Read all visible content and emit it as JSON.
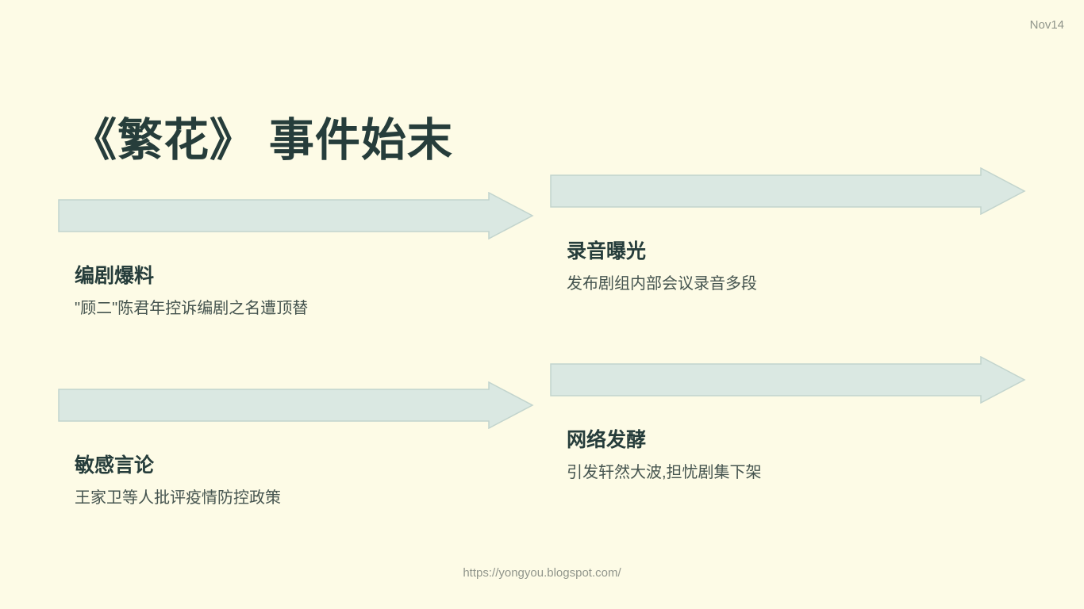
{
  "slide": {
    "date_label": "Nov14",
    "title": "《繁花》 事件始末",
    "footer_url": "https://yongyou.blogspot.com/",
    "steps": [
      {
        "heading": "编剧爆料",
        "description": "\"顾二\"陈君年控诉编剧之名遭顶替"
      },
      {
        "heading": "录音曝光",
        "description": "发布剧组内部会议录音多段"
      },
      {
        "heading": "敏感言论",
        "description": "王家卫等人批评疫情防控政策"
      },
      {
        "heading": "网络发酵",
        "description": "引发轩然大波,担忧剧集下架"
      }
    ],
    "colors": {
      "background": "#FDFBE6",
      "title_text": "#263D3B",
      "body_text": "#45544F",
      "muted_text": "#90958B",
      "arrow_fill": "#DAE8E2",
      "arrow_border": "#C2D4CD"
    }
  }
}
